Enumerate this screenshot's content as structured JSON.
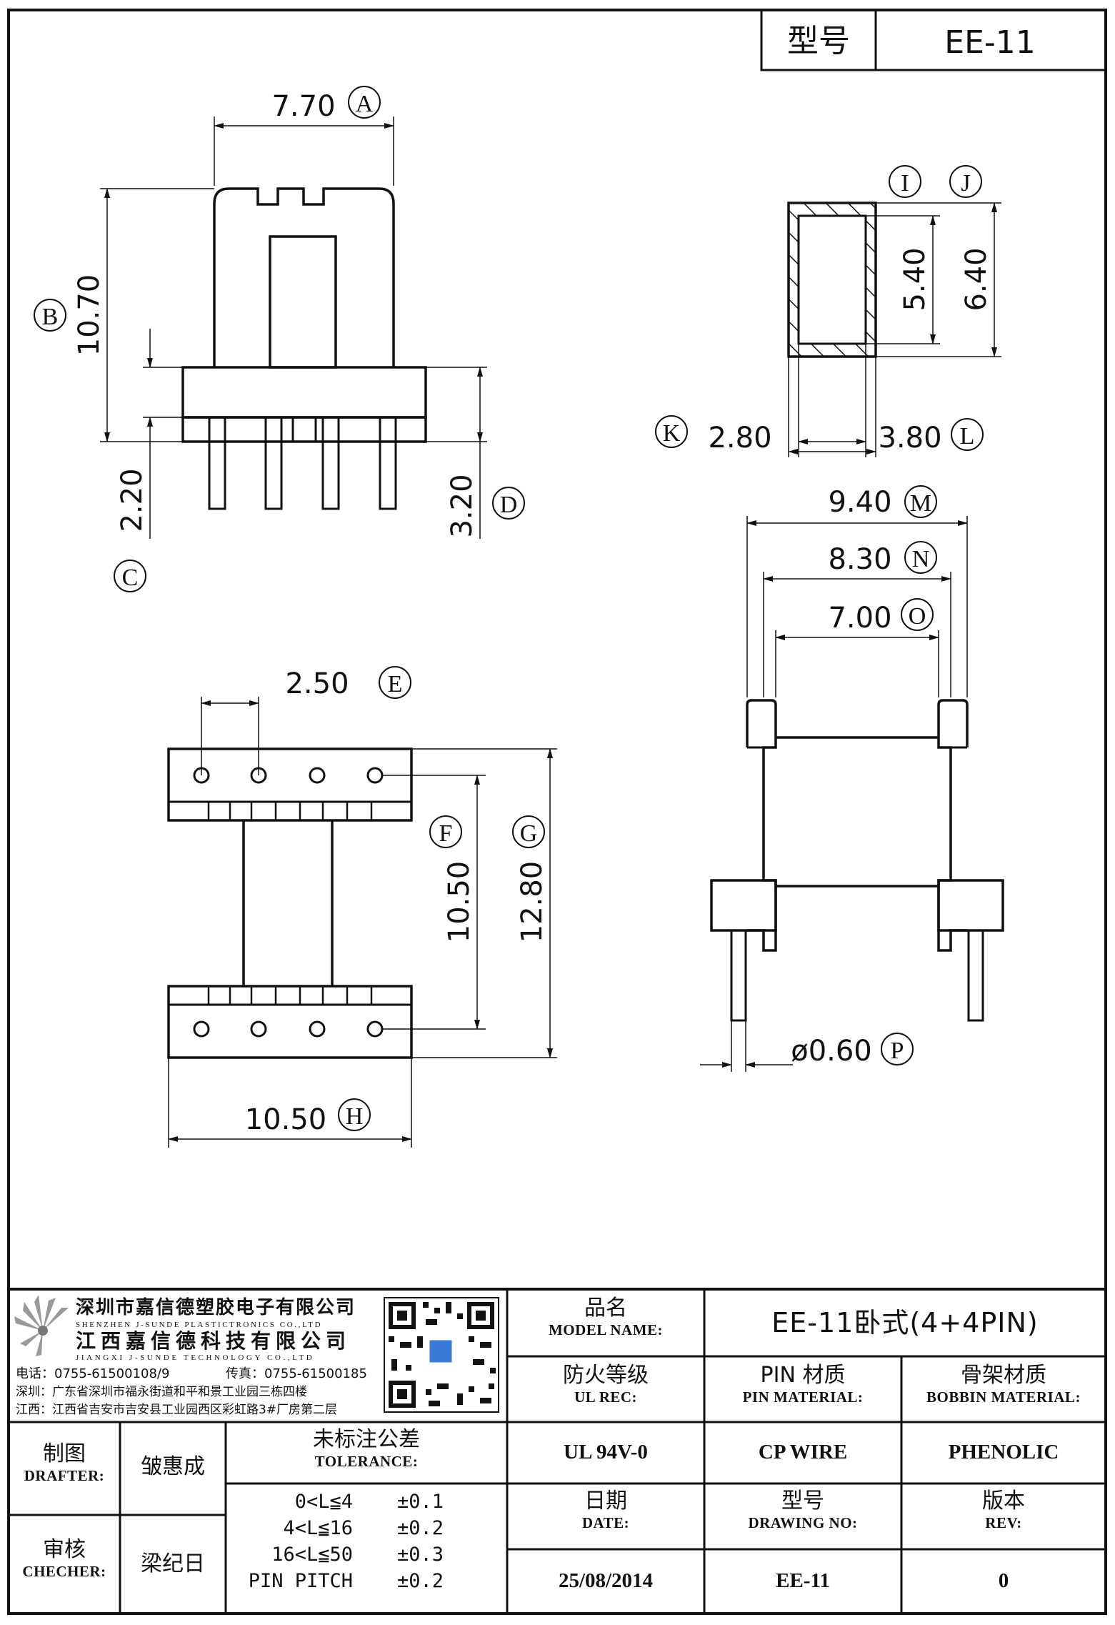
{
  "header": {
    "type_label": "型号",
    "type_value": "EE-11"
  },
  "dims": {
    "A": {
      "letter": "A",
      "value": "7.70"
    },
    "B": {
      "letter": "B",
      "value": "10.70"
    },
    "C": {
      "letter": "C",
      "value": "2.20"
    },
    "D": {
      "letter": "D",
      "value": "3.20"
    },
    "E": {
      "letter": "E",
      "value": "2.50"
    },
    "F": {
      "letter": "F",
      "value": "10.50"
    },
    "G": {
      "letter": "G",
      "value": "12.80"
    },
    "H": {
      "letter": "H",
      "value": "10.50"
    },
    "I": {
      "letter": "I"
    },
    "J": {
      "letter": "J"
    },
    "inner_h": "5.40",
    "outer_h": "6.40",
    "K": {
      "letter": "K",
      "value": "2.80"
    },
    "L": {
      "letter": "L",
      "value": "3.80"
    },
    "M": {
      "letter": "M",
      "value": "9.40"
    },
    "N": {
      "letter": "N",
      "value": "8.30"
    },
    "O": {
      "letter": "O",
      "value": "7.00"
    },
    "P": {
      "letter": "P",
      "value": "ø0.60"
    }
  },
  "company": {
    "name_cn_1": "深圳市嘉信德塑胶电子有限公司",
    "name_en_1": "SHENZHEN J-SUNDE PLASTICTRONICS CO.,LTD",
    "name_cn_2": "江西嘉信德科技有限公司",
    "name_en_2": "JIANGXI J-SUNDE TECHNOLOGY CO.,LTD",
    "phone": "电话：0755-61500108/9",
    "fax": "传真：0755-61500185",
    "addr_sz": "深圳：广东省深圳市福永街道和平和景工业园三栋四楼",
    "addr_jx": "江西：江西省吉安市吉安县工业园西区彩虹路3#厂房第二层"
  },
  "title_block": {
    "model_name": {
      "cn": "品名",
      "en": "MODEL NAME:",
      "value": "EE-11卧式(4+4PIN)"
    },
    "ul_rec": {
      "cn": "防火等级",
      "en": "UL REC:",
      "value": "UL 94V-0"
    },
    "pin_material": {
      "cn": "PIN 材质",
      "en": "PIN MATERIAL:",
      "value": "CP WIRE"
    },
    "bobbin_material": {
      "cn": "骨架材质",
      "en": "BOBBIN MATERIAL:",
      "value": "PHENOLIC"
    },
    "drafter": {
      "cn": "制图",
      "en": "DRAFTER:",
      "value": "皱惠成"
    },
    "checker": {
      "cn": "审核",
      "en": "CHECHER:",
      "value": "梁纪日"
    },
    "tolerance": {
      "cn": "未标注公差",
      "en": "TOLERANCE:",
      "rows": [
        {
          "range": "0<L≦4",
          "tol": "±0.1"
        },
        {
          "range": "4<L≦16",
          "tol": "±0.2"
        },
        {
          "range": "16<L≦50",
          "tol": "±0.3"
        },
        {
          "range": "PIN PITCH",
          "tol": "±0.2"
        }
      ]
    },
    "date": {
      "cn": "日期",
      "en": "DATE:",
      "value": "25/08/2014"
    },
    "drawing_no": {
      "cn": "型号",
      "en": "DRAWING NO:",
      "value": "EE-11"
    },
    "rev": {
      "cn": "版本",
      "en": "REV:",
      "value": "0"
    }
  }
}
